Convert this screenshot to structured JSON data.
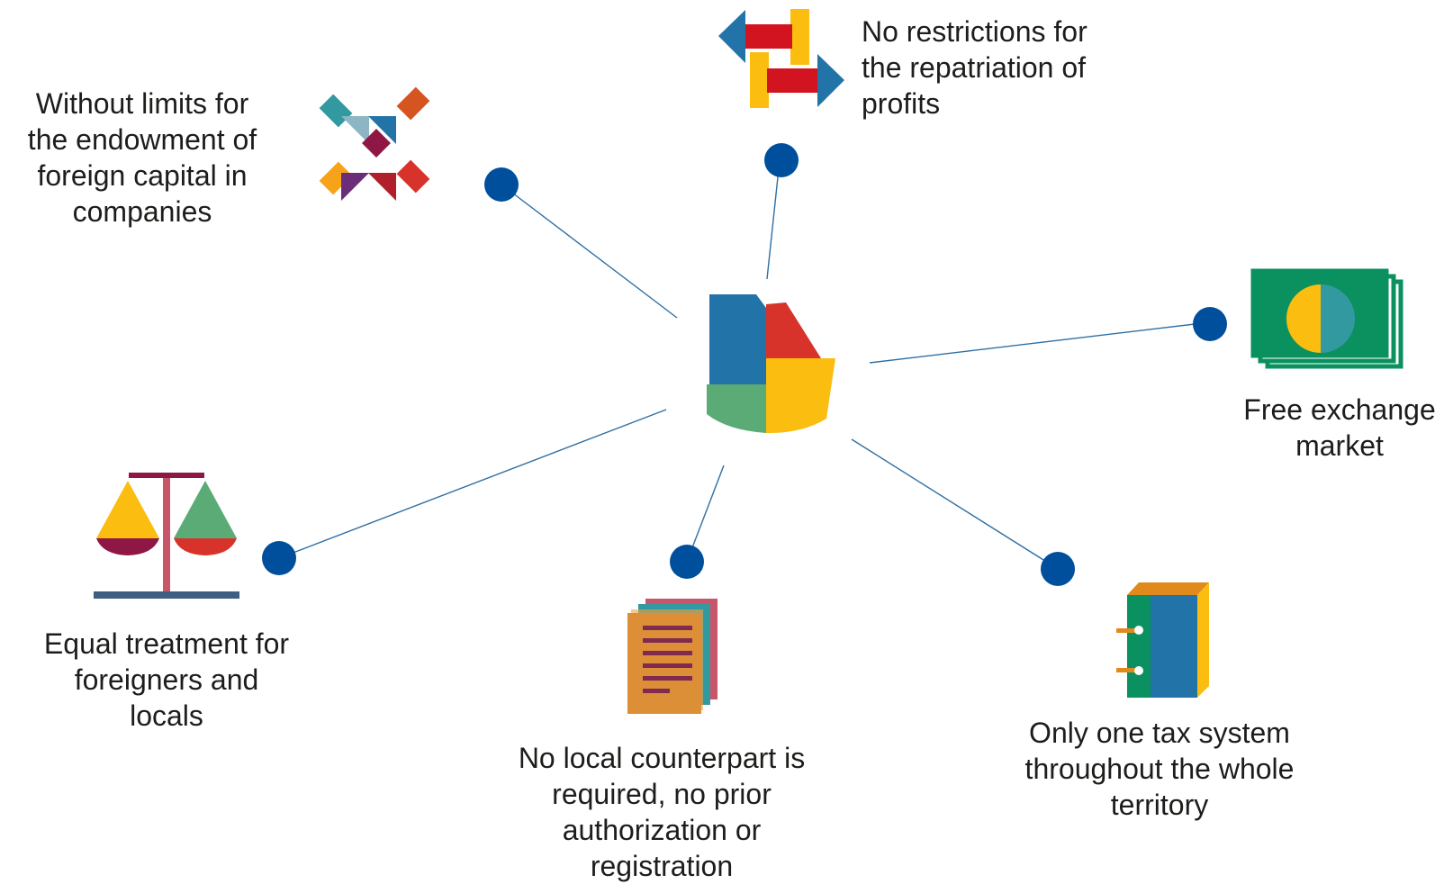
{
  "colors": {
    "connector": "#2e6fa3",
    "node": "#004f9c",
    "blue": "#2173a8",
    "red": "#d7332b",
    "yellow": "#fbbd0f",
    "green": "#5aab76",
    "teal": "#3399a0",
    "orange": "#f6a31a",
    "money_green": "#0b9160",
    "maroon": "#8e1746",
    "doc_orange": "#dc8f36",
    "doc_pink": "#c9556b",
    "doc_line": "#7f2a4e"
  },
  "icons": {
    "center": "pie-chart-icon",
    "capital": "converging-arrows-icon",
    "repatriation": "opposite-arrows-icon",
    "exchange": "banknotes-icon",
    "tax": "notebook-icon",
    "registration": "documents-icon",
    "equal": "balance-scale-icon"
  },
  "labels": {
    "capital": [
      "Without limits for",
      "the endowment of",
      "foreign capital in",
      "companies"
    ],
    "repatriation": [
      "No restrictions for",
      "the repatriation of",
      "profits"
    ],
    "exchange": [
      "Free exchange",
      "market"
    ],
    "tax": [
      "Only one tax system",
      "throughout the whole",
      "territory"
    ],
    "registration": [
      "No local counterpart is",
      "required, no prior",
      "authorization or",
      "registration"
    ],
    "equal": [
      "Equal treatment for",
      "foreigners and",
      "locals"
    ]
  }
}
